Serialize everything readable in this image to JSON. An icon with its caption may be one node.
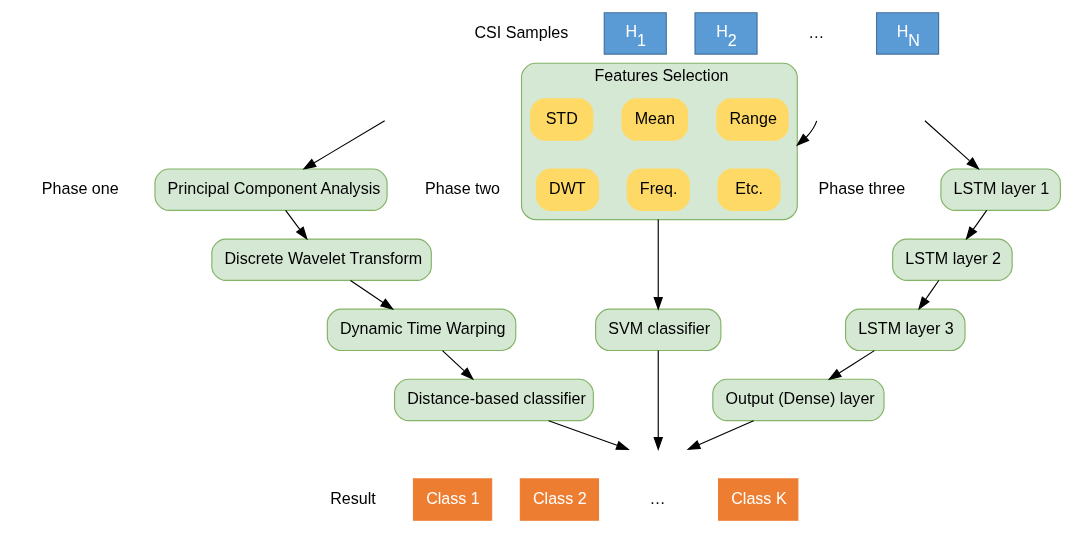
{
  "diagram": {
    "nodes": [
      {
        "text": [
          "H$_{1}$"
        ]
      },
      {
        "text": [
          "H$_{2}$"
        ]
      },
      {
        "text": [
          "H$_{N}$"
        ]
      },
      {
        "text": [
          "Principal Component Analysis"
        ]
      },
      {
        "text": [
          "Discrete Wavelet Transform"
        ]
      },
      {
        "text": [
          "Dynamic Time Warping"
        ]
      },
      {
        "text": [
          "Distance-based classifier"
        ]
      },
      {
        "text": [
          "Features Selection"
        ]
      },
      {
        "text": [
          "Mean"
        ],
        "in": 7
      },
      {
        "text": [
          "STD"
        ],
        "in": 7
      },
      {
        "text": [
          "Range"
        ],
        "in": 7
      },
      {
        "text": [
          "Freq."
        ],
        "in": 7
      },
      {
        "text": [
          "DWT"
        ],
        "in": 7
      },
      {
        "text": [
          "Etc."
        ],
        "in": 7
      },
      {
        "text": [
          "SVM classifier"
        ]
      },
      {
        "text": [
          "LSTM layer 1"
        ]
      },
      {
        "text": [
          "LSTM layer 2"
        ]
      },
      {
        "text": [
          "LSTM layer 3"
        ]
      },
      {
        "text": [
          "Output (Dense) layer"
        ]
      },
      {
        "text": [
          "Class 1"
        ]
      },
      {
        "text": [
          "Class 2"
        ]
      },
      {
        "text": [
          "Class K"
        ]
      }
    ],
    "edges": [
      {
        "from": null,
        "to": 3,
        "arrow": "to"
      },
      {
        "from": null,
        "to": 7,
        "arrow": "to"
      },
      {
        "from": null,
        "to": 15,
        "arrow": "to"
      },
      {
        "from": 3,
        "to": 4,
        "arrow": "to"
      },
      {
        "from": 4,
        "to": 5,
        "arrow": "to"
      },
      {
        "from": 5,
        "to": 6,
        "arrow": "to"
      },
      {
        "from": 7,
        "to": 14,
        "arrow": "to"
      },
      {
        "from": 15,
        "to": 16,
        "arrow": "to"
      },
      {
        "from": 16,
        "to": 17,
        "arrow": "to"
      },
      {
        "from": 17,
        "to": 18,
        "arrow": "to"
      },
      {
        "from": 6,
        "to": null,
        "arrow": "to"
      },
      {
        "from": 14,
        "to": null,
        "arrow": "to"
      },
      {
        "from": 18,
        "to": null,
        "arrow": "to"
      }
    ],
    "labels": [
      "CSI Samples",
      "…",
      "Phase one",
      "Phase two",
      "Phase three",
      "Result",
      "…"
    ]
  }
}
